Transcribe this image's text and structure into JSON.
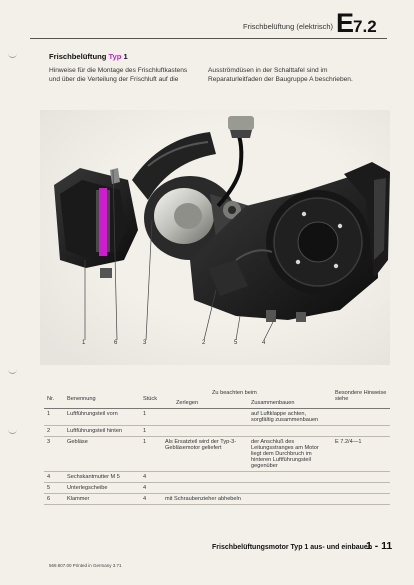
{
  "header": {
    "title": "Frischbelüftung (elektrisch)",
    "section_letter": "E",
    "section_number": "7.2"
  },
  "section": {
    "heading_prefix": "Frischbelüftung ",
    "heading_highlight": "Typ",
    "heading_suffix": " 1",
    "intro_left": "Hinweise für die Montage des Frischluftkastens und über die Verteilung der Frischluft auf die",
    "intro_right": "Ausströmdüsen in der Schalttafel sind im Reparaturleitfaden der Baugruppe A beschrieben."
  },
  "figure": {
    "callouts": [
      "1",
      "6",
      "3",
      "2",
      "5",
      "4"
    ]
  },
  "table": {
    "headers": {
      "nr": "Nr.",
      "benennung": "Benennung",
      "stueck": "Stück",
      "zu_beachten": "Zu beachten beim",
      "zerlegen": "Zerlegen",
      "zusammenbauen": "Zusammenbauen",
      "besondere": "Besondere Hinweise siehe"
    },
    "rows": [
      {
        "nr": "1",
        "benennung": "Luftführungsteil vorn",
        "stueck": "1",
        "zerlegen": "",
        "zusammenbauen": "auf Luftklappe achten, sorgfältig zusammenbauen",
        "hinweise": ""
      },
      {
        "nr": "2",
        "benennung": "Luftführungsteil hinten",
        "stueck": "1",
        "zerlegen": "",
        "zusammenbauen": "",
        "hinweise": ""
      },
      {
        "nr": "3",
        "benennung": "Gebläse",
        "stueck": "1",
        "zerlegen": "Als Ersatzteil wird der Typ-3-Gebläsemotor geliefert",
        "zusammenbauen": "der Anschluß des Leitungsstranges am Motor liegt dem Durchbruch im hinteren Luftführungsteil gegenüber",
        "hinweise": "E 7.2/4—1"
      },
      {
        "nr": "4",
        "benennung": "Sechskantmutter M 5",
        "stueck": "4",
        "zerlegen": "",
        "zusammenbauen": "",
        "hinweise": ""
      },
      {
        "nr": "5",
        "benennung": "Unterlegscheibe",
        "stueck": "4",
        "zerlegen": "",
        "zusammenbauen": "",
        "hinweise": ""
      },
      {
        "nr": "6",
        "benennung": "Klammer",
        "stueck": "4",
        "zerlegen": "mit Schraubenzieher abhebeln",
        "zusammenbauen": "",
        "hinweise": ""
      }
    ]
  },
  "footer": {
    "title": "Frischbelüftungsmotor Typ 1 aus- und einbauen",
    "page": "1 - 11",
    "print_note": "569.807.00  Printed in Germany 3.71"
  },
  "colors": {
    "highlight": "#d11bd0",
    "paper": "#f3f0ea"
  }
}
